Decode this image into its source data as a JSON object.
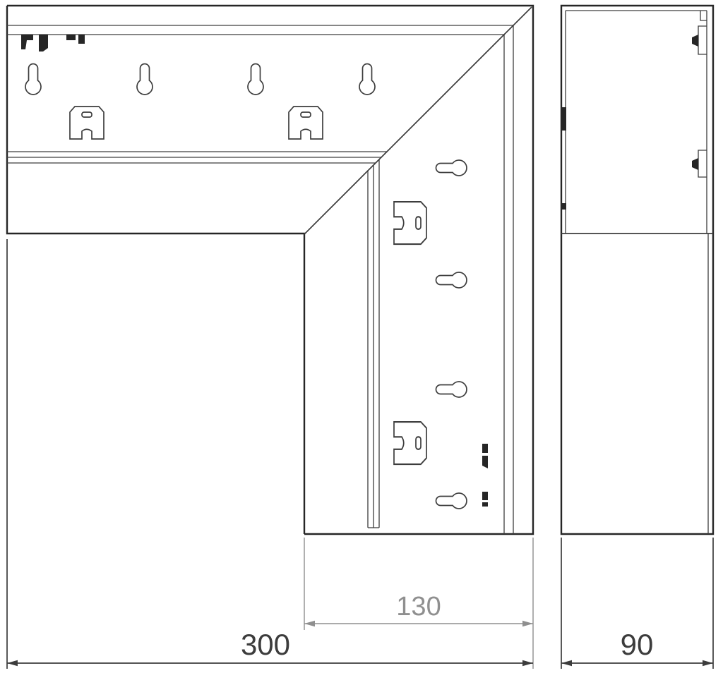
{
  "dimensions": {
    "inner_leg": "130",
    "overall": "300",
    "depth": "90"
  },
  "theme": {
    "bg": "#ffffff",
    "line": "#3d3d3d",
    "line-strong": "#262626",
    "dim-secondary": "#8f8f8f",
    "dim-primary": "#3c3c3c"
  }
}
